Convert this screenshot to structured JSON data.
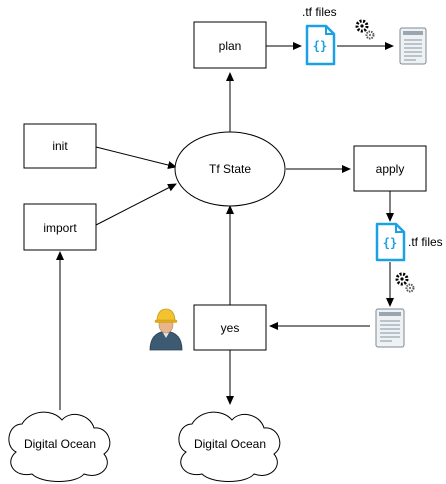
{
  "nodes": {
    "plan": "plan",
    "init": "init",
    "state": "Tf State",
    "apply": "apply",
    "import": "import",
    "yes": "yes",
    "cloud_left": "Digital Ocean",
    "cloud_center": "Digital Ocean"
  },
  "files": {
    "top_label": ".tf files",
    "right_label": ".tf files",
    "brace_glyph": "{}"
  },
  "icons": {
    "file_icon": "curly-braces-file-icon",
    "gear_icon": "gears-icon",
    "doc_icon": "document-icon",
    "person_icon": "worker-person-icon",
    "file_color": "#1ba1e2"
  }
}
